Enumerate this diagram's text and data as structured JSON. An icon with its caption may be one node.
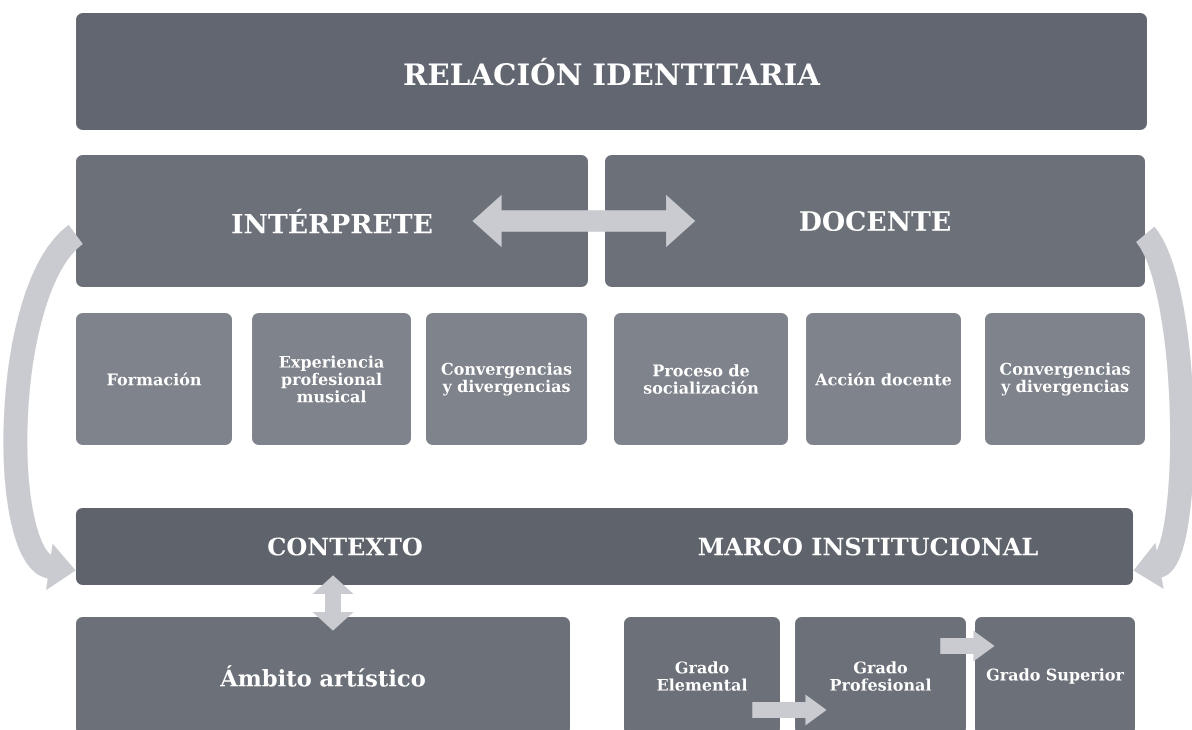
{
  "diagram": {
    "nodes": [
      {
        "text": [
          "RELACIÓN IDENTITARIA"
        ]
      },
      {
        "text": [
          "INTÉRPRETE"
        ]
      },
      {
        "text": [
          "DOCENTE"
        ]
      },
      {
        "text": [
          "Formación"
        ]
      },
      {
        "text": [
          "Experiencia profesional musical"
        ]
      },
      {
        "text": [
          "Convergencias y divergencias"
        ]
      },
      {
        "text": [
          "Proceso de socialización"
        ]
      },
      {
        "text": [
          "Acción docente"
        ]
      },
      {
        "text": [
          "Convergencias y divergencias"
        ]
      },
      {
        "text": [
          "CONTEXTO",
          "MARCO INSTITUCIONAL"
        ]
      },
      {
        "text": [
          "Ámbito artístico"
        ]
      },
      {
        "text": [
          "Grado Elemental"
        ]
      },
      {
        "text": [
          "Grado Profesional"
        ]
      },
      {
        "text": [
          "Grado Superior"
        ]
      }
    ],
    "edges": [
      {
        "from": 1,
        "to": 2,
        "arrow": "both"
      },
      {
        "from": 1,
        "to": 9,
        "arrow": "to"
      },
      {
        "from": 2,
        "to": 9,
        "arrow": "to"
      },
      {
        "from": 9,
        "to": 10,
        "arrow": "both"
      },
      {
        "from": 11,
        "to": 12,
        "arrow": "to"
      },
      {
        "from": 12,
        "to": 13,
        "arrow": "to"
      }
    ]
  }
}
